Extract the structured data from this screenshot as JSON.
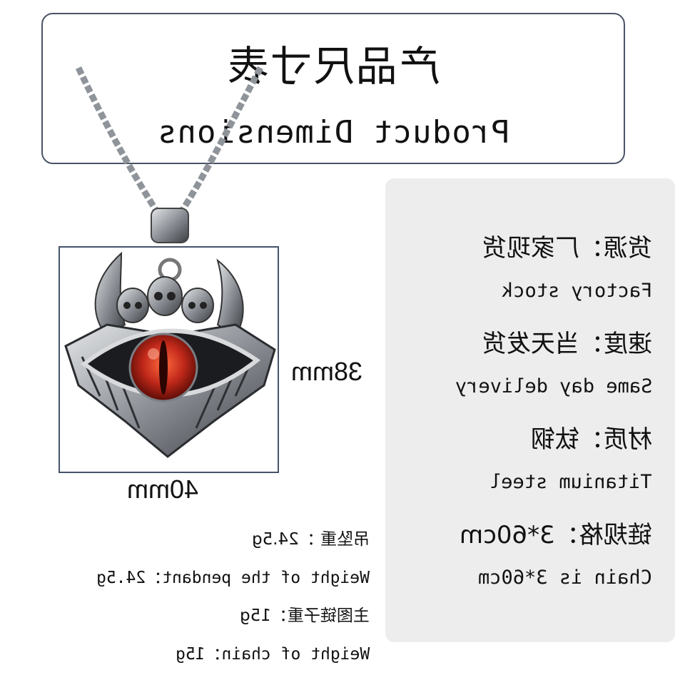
{
  "title": {
    "chinese": "产品尺寸表",
    "english": "Product Dimensions"
  },
  "specs": [
    {
      "cn": "货源：厂家现货",
      "en": "Factory stock"
    },
    {
      "cn": "速度：当天发货",
      "en": "Same day delivery"
    },
    {
      "cn": "材质：钛钢",
      "en": "Titanium steel"
    },
    {
      "cn": "链规格：3*60cm",
      "en": "Chain is 3*60cm"
    }
  ],
  "dimensions": {
    "height": "38mm",
    "width": "40mm"
  },
  "weights": {
    "pendant_cn": "吊坠重   ：24.5g",
    "pendant_en": "Weight of the pendant：24.5g",
    "chain_cn": "主图链子重：15g",
    "chain_en": "Weight of chain：15g"
  },
  "colors": {
    "eye": "#c0281a",
    "steel": "#9a9ea3",
    "frame": "#46536a"
  }
}
